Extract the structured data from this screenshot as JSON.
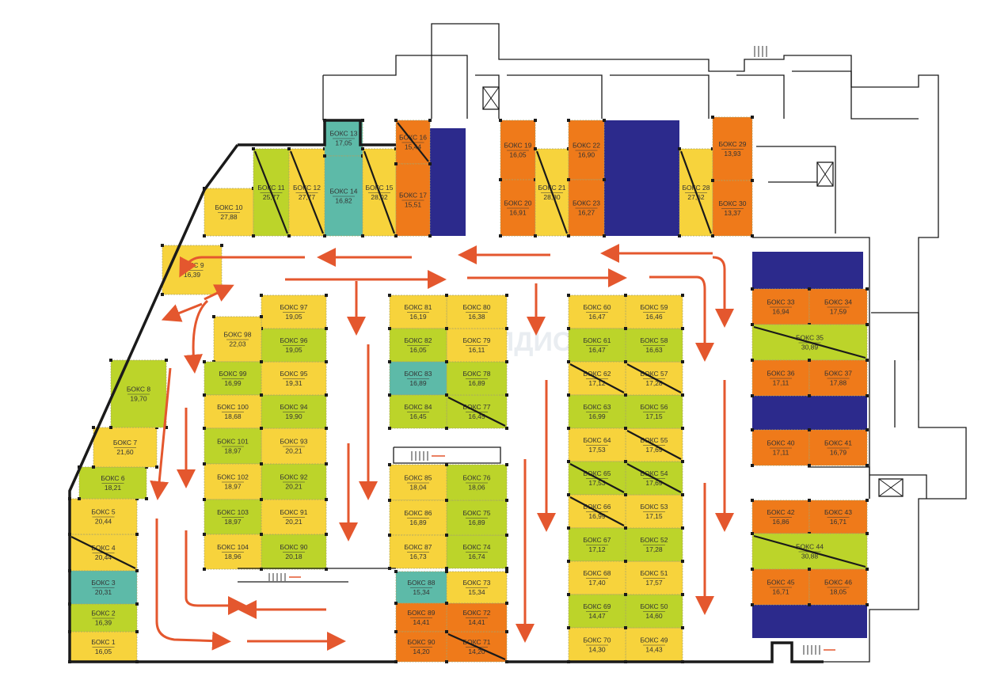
{
  "colors": {
    "yellow": "#f7d33c",
    "green": "#bcd42a",
    "teal": "#5dbaa8",
    "orange": "#ef7a1a",
    "navy": "#2c2a8c",
    "arrow": "#e4572e"
  },
  "watermark": "ВАЛДИС",
  "icons": [
    "elevator-icon",
    "stairs-icon",
    "traffic-arrow-icon",
    "sold-strike-icon"
  ],
  "boxes": [
    {
      "label": "БОКС 1",
      "area": "16,05",
      "color": "yellow"
    },
    {
      "label": "БОКС 2",
      "area": "16,39",
      "color": "green"
    },
    {
      "label": "БОКС 3",
      "area": "20,31",
      "color": "teal"
    },
    {
      "label": "БОКС 4",
      "area": "20,44",
      "color": "yellow",
      "sold": true
    },
    {
      "label": "БОКС 5",
      "area": "20,44",
      "color": "yellow"
    },
    {
      "label": "БОКС 6",
      "area": "18,21",
      "color": "green"
    },
    {
      "label": "БОКС 7",
      "area": "21,60",
      "color": "yellow"
    },
    {
      "label": "БОКС 8",
      "area": "19,70",
      "color": "green"
    },
    {
      "label": "БОКС 9",
      "area": "16,39",
      "color": "yellow"
    },
    {
      "label": "БОКС 10",
      "area": "27,88",
      "color": "yellow"
    },
    {
      "label": "БОКС 11",
      "area": "25,77",
      "color": "green",
      "sold": true
    },
    {
      "label": "БОКС 12",
      "area": "27,77",
      "color": "yellow",
      "sold": true
    },
    {
      "label": "БОКС 13",
      "area": "17,05",
      "color": "teal"
    },
    {
      "label": "БОКС 14",
      "area": "16,82",
      "color": "teal"
    },
    {
      "label": "БОКС 15",
      "area": "28,02",
      "color": "yellow",
      "sold": true
    },
    {
      "label": "БОКС 16",
      "area": "15,44",
      "color": "orange",
      "sold": true
    },
    {
      "label": "БОКС 17",
      "area": "15,51",
      "color": "orange"
    },
    {
      "label": "БОКС 19",
      "area": "16,05",
      "color": "orange"
    },
    {
      "label": "БОКС 20",
      "area": "16,91",
      "color": "orange"
    },
    {
      "label": "БОКС 21",
      "area": "28,80",
      "color": "yellow",
      "sold": true
    },
    {
      "label": "БОКС 22",
      "area": "16,90",
      "color": "orange"
    },
    {
      "label": "БОКС 23",
      "area": "16,27",
      "color": "orange"
    },
    {
      "label": "БОКС 28",
      "area": "27,62",
      "color": "yellow",
      "sold": true
    },
    {
      "label": "БОКС 29",
      "area": "13,93",
      "color": "orange"
    },
    {
      "label": "БОКС 30",
      "area": "13,37",
      "color": "orange"
    },
    {
      "label": "БОКС 33",
      "area": "16,94",
      "color": "orange"
    },
    {
      "label": "БОКС 34",
      "area": "17,59",
      "color": "orange"
    },
    {
      "label": "БОКС 35",
      "area": "30,89",
      "color": "green",
      "sold": true
    },
    {
      "label": "БОКС 36",
      "area": "17,11",
      "color": "orange"
    },
    {
      "label": "БОКС 37",
      "area": "17,88",
      "color": "orange"
    },
    {
      "label": "БОКС 40",
      "area": "17,11",
      "color": "orange"
    },
    {
      "label": "БОКС 41",
      "area": "16,79",
      "color": "orange"
    },
    {
      "label": "БОКС 42",
      "area": "16,86",
      "color": "orange"
    },
    {
      "label": "БОКС 43",
      "area": "16,71",
      "color": "orange"
    },
    {
      "label": "БОКС 44",
      "area": "30,88",
      "color": "green",
      "sold": true
    },
    {
      "label": "БОКС 45",
      "area": "16,71",
      "color": "orange"
    },
    {
      "label": "БОКС 46",
      "area": "18,05",
      "color": "orange"
    },
    {
      "label": "БОКС 49",
      "area": "14,43",
      "color": "yellow"
    },
    {
      "label": "БОКС 50",
      "area": "14,60",
      "color": "green"
    },
    {
      "label": "БОКС 51",
      "area": "17,57",
      "color": "yellow"
    },
    {
      "label": "БОКС 52",
      "area": "17,28",
      "color": "green"
    },
    {
      "label": "БОКС 53",
      "area": "17,15",
      "color": "yellow"
    },
    {
      "label": "БОКС 54",
      "area": "17,69",
      "color": "green",
      "sold": true
    },
    {
      "label": "БОКС 55",
      "area": "17,69",
      "color": "yellow",
      "sold": true
    },
    {
      "label": "БОКС 56",
      "area": "17,15",
      "color": "green"
    },
    {
      "label": "БОКС 57",
      "area": "17,28",
      "color": "yellow",
      "sold": true
    },
    {
      "label": "БОКС 58",
      "area": "16,63",
      "color": "green"
    },
    {
      "label": "БОКС 59",
      "area": "16,46",
      "color": "yellow"
    },
    {
      "label": "БОКС 60",
      "area": "16,47",
      "color": "yellow"
    },
    {
      "label": "БОКС 61",
      "area": "16,47",
      "color": "green"
    },
    {
      "label": "БОКС 62",
      "area": "17,12",
      "color": "yellow",
      "sold": true
    },
    {
      "label": "БОКС 63",
      "area": "16,99",
      "color": "green"
    },
    {
      "label": "БОКС 64",
      "area": "17,53",
      "color": "yellow"
    },
    {
      "label": "БОКС 65",
      "area": "17,53",
      "color": "green",
      "sold": true
    },
    {
      "label": "БОКС 66",
      "area": "16,99",
      "color": "yellow",
      "sold": true
    },
    {
      "label": "БОКС 67",
      "area": "17,12",
      "color": "green"
    },
    {
      "label": "БОКС 68",
      "area": "17,40",
      "color": "yellow"
    },
    {
      "label": "БОКС 69",
      "area": "14,47",
      "color": "green"
    },
    {
      "label": "БОКС 70",
      "area": "14,30",
      "color": "yellow"
    },
    {
      "label": "БОКС 71",
      "area": "14,20",
      "color": "orange",
      "sold": true
    },
    {
      "label": "БОКС 72",
      "area": "14,41",
      "color": "orange"
    },
    {
      "label": "БОКС 73",
      "area": "15,34",
      "color": "yellow"
    },
    {
      "label": "БОКС 74",
      "area": "16,74",
      "color": "green"
    },
    {
      "label": "БОКС 75",
      "area": "16,89",
      "color": "green"
    },
    {
      "label": "БОКС 76",
      "area": "18,06",
      "color": "green"
    },
    {
      "label": "БОКС 77",
      "area": "16,45",
      "color": "green",
      "sold": true
    },
    {
      "label": "БОКС 78",
      "area": "16,89",
      "color": "green"
    },
    {
      "label": "БОКС 79",
      "area": "16,11",
      "color": "yellow"
    },
    {
      "label": "БОКС 80",
      "area": "16,38",
      "color": "yellow"
    },
    {
      "label": "БОКС 81",
      "area": "16,19",
      "color": "yellow"
    },
    {
      "label": "БОКС 82",
      "area": "16,05",
      "color": "green"
    },
    {
      "label": "БОКС 83",
      "area": "16,89",
      "color": "teal"
    },
    {
      "label": "БОКС 84",
      "area": "16,45",
      "color": "green"
    },
    {
      "label": "БОКС 85",
      "area": "18,04",
      "color": "yellow"
    },
    {
      "label": "БОКС 86",
      "area": "16,89",
      "color": "yellow"
    },
    {
      "label": "БОКС 87",
      "area": "16,73",
      "color": "yellow"
    },
    {
      "label": "БОКС 88",
      "area": "15,34",
      "color": "teal"
    },
    {
      "label": "БОКС 89",
      "area": "14,41",
      "color": "orange"
    },
    {
      "label": "БОКС 90",
      "area": "14,20",
      "color": "orange"
    },
    {
      "label": "БОКС 90",
      "area": "20,18",
      "color": "green"
    },
    {
      "label": "БОКС 91",
      "area": "20,21",
      "color": "yellow"
    },
    {
      "label": "БОКС 92",
      "area": "20,21",
      "color": "green"
    },
    {
      "label": "БОКС 93",
      "area": "20,21",
      "color": "yellow"
    },
    {
      "label": "БОКС 94",
      "area": "19,90",
      "color": "green"
    },
    {
      "label": "БОКС 95",
      "area": "19,31",
      "color": "yellow"
    },
    {
      "label": "БОКС 96",
      "area": "19,05",
      "color": "green"
    },
    {
      "label": "БОКС 97",
      "area": "19,05",
      "color": "yellow"
    },
    {
      "label": "БОКС 98",
      "area": "22,03",
      "color": "yellow"
    },
    {
      "label": "БОКС 99",
      "area": "16,99",
      "color": "green"
    },
    {
      "label": "БОКС 100",
      "area": "18,68",
      "color": "yellow"
    },
    {
      "label": "БОКС 101",
      "area": "18,97",
      "color": "green"
    },
    {
      "label": "БОКС 102",
      "area": "18,97",
      "color": "yellow"
    },
    {
      "label": "БОКС 103",
      "area": "18,97",
      "color": "green"
    },
    {
      "label": "БОКС 104",
      "area": "18,96",
      "color": "yellow"
    }
  ]
}
